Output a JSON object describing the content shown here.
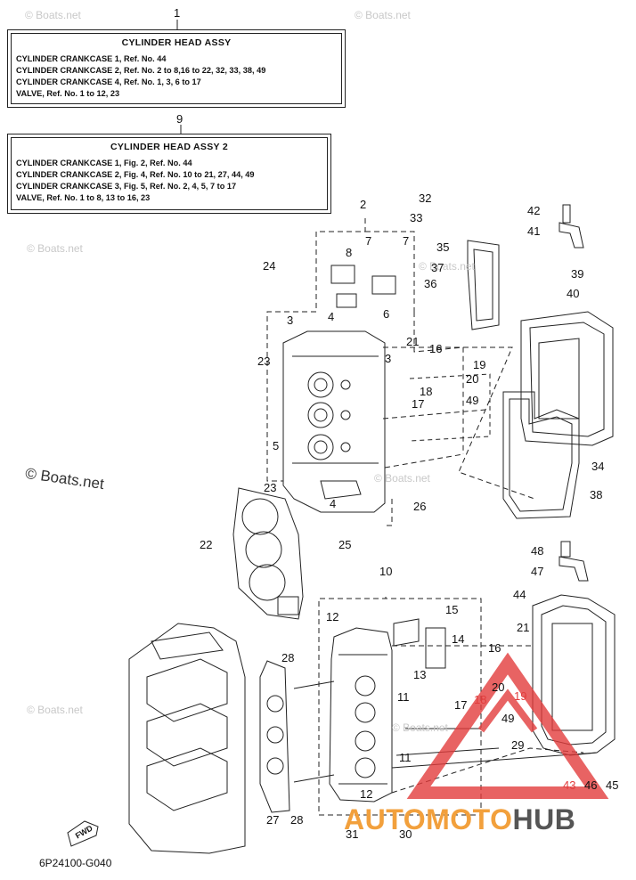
{
  "box1": {
    "number": "1",
    "title": "CYLINDER  HEAD ASSY",
    "lines": [
      "CYLINDER CRANKCASE 1, Ref. No. 44",
      "CYLINDER CRANKCASE 2, Ref. No. 2 to 8,16 to 22, 32, 33, 38, 49",
      "CYLINDER CRANKCASE 4, Ref. No. 1, 3, 6 to 17",
      "VALVE, Ref. No. 1 to 12, 23"
    ]
  },
  "box2": {
    "number": "9",
    "title": "CYLINDER  HEAD ASSY 2",
    "lines": [
      "CYLINDER CRANKCASE 1,  Fig. 2, Ref. No. 44",
      "CYLINDER CRANKCASE 2,  Fig. 4, Ref. No. 10 to 21, 27, 44, 49",
      "CYLINDER CRANKCASE 3,  Fig. 5, Ref. No. 2, 4, 5, 7 to 17",
      "VALVE, Ref. No. 1 to 8, 13 to 16, 23"
    ]
  },
  "watermark": "© Boats.net",
  "copyright": "© Boats.net",
  "fwd_label": "FWD",
  "diagram_code": "6P24100-G040",
  "brand": {
    "part1": "AUTOMOTO",
    "part2": "HUB",
    "color1": "#f2a03c",
    "color2": "#555555",
    "triangle_color": "#e23c3c"
  },
  "callouts": [
    {
      "label": "2"
    },
    {
      "label": "32"
    },
    {
      "label": "33"
    },
    {
      "label": "7"
    },
    {
      "label": "7"
    },
    {
      "label": "8"
    },
    {
      "label": "24"
    },
    {
      "label": "35"
    },
    {
      "label": "37"
    },
    {
      "label": "36"
    },
    {
      "label": "42"
    },
    {
      "label": "41"
    },
    {
      "label": "39"
    },
    {
      "label": "40"
    },
    {
      "label": "3"
    },
    {
      "label": "4"
    },
    {
      "label": "6"
    },
    {
      "label": "21"
    },
    {
      "label": "16"
    },
    {
      "label": "19"
    },
    {
      "label": "23"
    },
    {
      "label": "3"
    },
    {
      "label": "20"
    },
    {
      "label": "18"
    },
    {
      "label": "17"
    },
    {
      "label": "49"
    },
    {
      "label": "5"
    },
    {
      "label": "34"
    },
    {
      "label": "23"
    },
    {
      "label": "4"
    },
    {
      "label": "38"
    },
    {
      "label": "26"
    },
    {
      "label": "22"
    },
    {
      "label": "25"
    },
    {
      "label": "48"
    },
    {
      "label": "47"
    },
    {
      "label": "10"
    },
    {
      "label": "44"
    },
    {
      "label": "12"
    },
    {
      "label": "15"
    },
    {
      "label": "21"
    },
    {
      "label": "14"
    },
    {
      "label": "16"
    },
    {
      "label": "28"
    },
    {
      "label": "13"
    },
    {
      "label": "20"
    },
    {
      "label": "17"
    },
    {
      "label": "18"
    },
    {
      "label": "19"
    },
    {
      "label": "11"
    },
    {
      "label": "49"
    },
    {
      "label": "29"
    },
    {
      "label": "11"
    },
    {
      "label": "43"
    },
    {
      "label": "46"
    },
    {
      "label": "45"
    },
    {
      "label": "12"
    },
    {
      "label": "27"
    },
    {
      "label": "28"
    },
    {
      "label": "31"
    },
    {
      "label": "30"
    }
  ]
}
